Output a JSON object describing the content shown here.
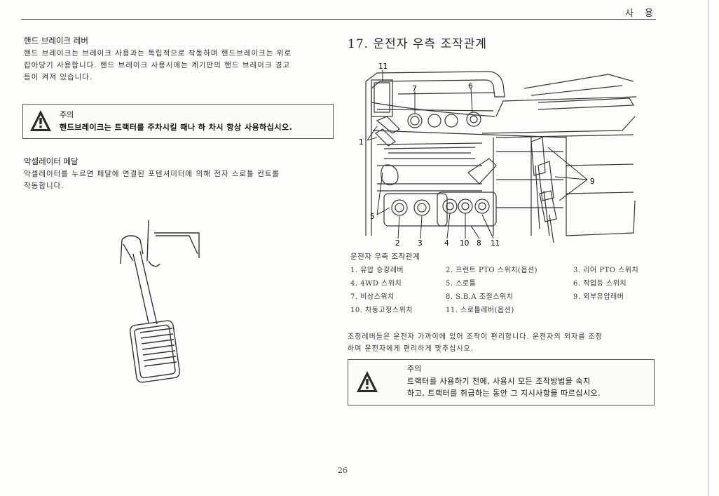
{
  "header": {
    "section_title": "사 용"
  },
  "left": {
    "handbrake": {
      "heading": "핸드 브레이크 레버",
      "lines": [
        "핸드 브레이크는 브레이크 사용과는 독립적으로 작동하며 핸드브레이크는 위로",
        "잡아당기 사용합니다. 핸드 브레이크 사용시에는 계기판의 핸드 브레이크 경고",
        "등이 켜져 있습니다."
      ]
    },
    "warning": {
      "label": "주의",
      "text": "핸드브레이크는 트랙터를 주차시킬 때나 하 차시 항상 사용하십시오."
    },
    "accelerator": {
      "heading": "악셀레이터 페달",
      "lines": [
        "악셀레이터를 누르면 페달에 연결된 포텐셔미터에 의해 전자 스로틀 컨트롤",
        "작동합니다."
      ]
    }
  },
  "right": {
    "section_title": "17. 운전자 우측 조작관계",
    "figure_callouts": [
      "11",
      "7",
      "6",
      "1",
      "9",
      "5",
      "2",
      "3",
      "4",
      "10",
      "8",
      "11"
    ],
    "caption": "운전자 우측 조작관계",
    "legend": [
      [
        "1. 유압 승강레버",
        "2. 프런트 PTO 스위치(옵션)",
        "3. 리어 PTO 스위치"
      ],
      [
        "4. 4WD 스위치",
        "5. 스로틀",
        "6. 작업등 스위치"
      ],
      [
        "7. 비상스위치",
        "8. S.B.A 조절스위치",
        "9. 외부유압레버"
      ],
      [
        "10. 차동고정스위치",
        "11. 스로틀레버(옵션)",
        ""
      ]
    ],
    "para_lines": [
      "조정레버들은 운전자 가까이에 있어 조작이 편리합니다. 운전자의 외자를 조정",
      "하여 운전자에게 편리하게 맞추십시오."
    ],
    "warning": {
      "label": "주의",
      "lines": [
        "트랙터를 사용하기 전에, 사용시 모든 조작방법을 숙지",
        "하고, 트랙터를 취급하는 동안 그 지시사항을 따르십시오."
      ]
    }
  },
  "footer": {
    "page_number": "26"
  }
}
